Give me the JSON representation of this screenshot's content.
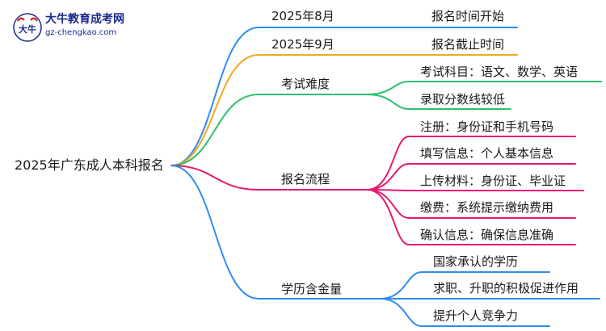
{
  "logo": {
    "title": "大牛教育成考网",
    "url": "gz-chengkao.com",
    "mark_text": "大牛"
  },
  "root": {
    "label": "2025年广东成人本科报名"
  },
  "branches": [
    {
      "label": "2025年8月",
      "color": "#2f8cf0",
      "children": [
        {
          "label": "报名时间开始"
        }
      ]
    },
    {
      "label": "2025年9月",
      "color": "#f0a81e",
      "children": [
        {
          "label": "报名截止时间"
        }
      ]
    },
    {
      "label": "考试难度",
      "color": "#2bc06e",
      "children": [
        {
          "label": "考试科目：语文、数学、英语"
        },
        {
          "label": "录取分数线较低"
        }
      ]
    },
    {
      "label": "报名流程",
      "color": "#e8196e",
      "children": [
        {
          "label": "注册：身份证和手机号码"
        },
        {
          "label": "填写信息：个人基本信息"
        },
        {
          "label": "上传材料：身份证、毕业证"
        },
        {
          "label": "缴费：系统提示缴纳费用"
        },
        {
          "label": "确认信息：确保信息准确"
        }
      ]
    },
    {
      "label": "学历含金量",
      "color": "#2f8cf0",
      "children": [
        {
          "label": "国家承认的学历"
        },
        {
          "label": "求职、升职的积极促进作用"
        },
        {
          "label": "提升个人竞争力"
        }
      ]
    }
  ]
}
